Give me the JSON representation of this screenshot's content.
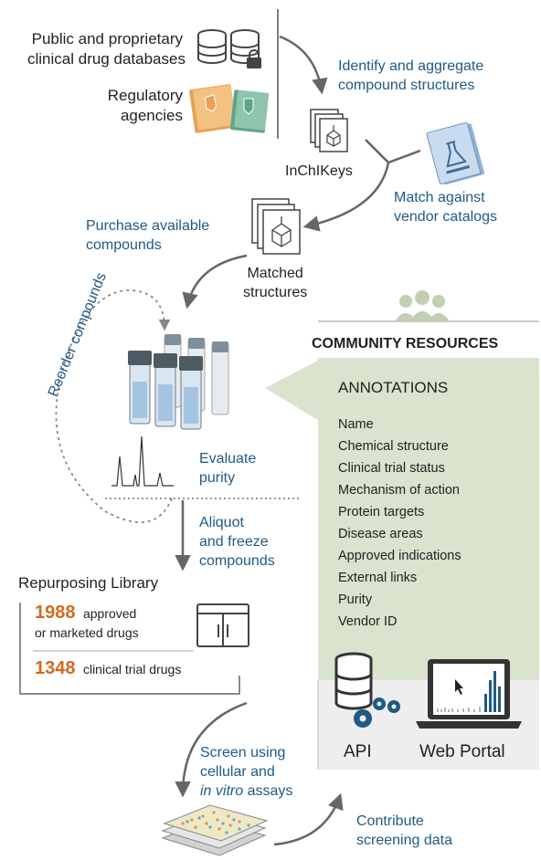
{
  "sources": {
    "databases_label": [
      "Public and proprietary",
      "clinical drug databases"
    ],
    "agencies_label": [
      "Regulatory",
      "agencies"
    ]
  },
  "steps": {
    "identify": [
      "Identify and aggregate",
      "compound structures"
    ],
    "inchikeys": "InChIKeys",
    "match_vendor": [
      "Match against",
      "vendor catalogs"
    ],
    "purchase": [
      "Purchase available",
      "compounds"
    ],
    "matched": [
      "Matched",
      "structures"
    ],
    "reorder": "Reorder compounds",
    "evaluate": [
      "Evaluate",
      "purity"
    ],
    "aliquot": [
      "Aliquot",
      "and freeze",
      "compounds"
    ],
    "screen": [
      "Screen using",
      "cellular and"
    ],
    "screen_italic": "in vitro",
    "screen_suffix": " assays",
    "contribute": [
      "Contribute",
      "screening data"
    ]
  },
  "library": {
    "title": "Repurposing Library",
    "approved_count": "1988",
    "approved_label": "approved",
    "approved_label2": "or marketed drugs",
    "clinical_count": "1348",
    "clinical_label": "clinical trial drugs"
  },
  "community": {
    "title": "COMMUNITY RESOURCES",
    "annotations_title": "ANNOTATIONS",
    "annotations": [
      "Name",
      "Chemical structure",
      "Clinical trial status",
      "Mechanism of action",
      "Protein targets",
      "Disease areas",
      "Approved indications",
      "External links",
      "Purity",
      "Vendor ID"
    ],
    "api_label": "API",
    "portal_label": "Web Portal"
  },
  "colors": {
    "blue_text": "#1f5a85",
    "orange_numbers": "#d2691e",
    "panel_green": "#d9e3cd",
    "arrow_gray": "#666666",
    "icon_blue": "#1f5a85"
  }
}
